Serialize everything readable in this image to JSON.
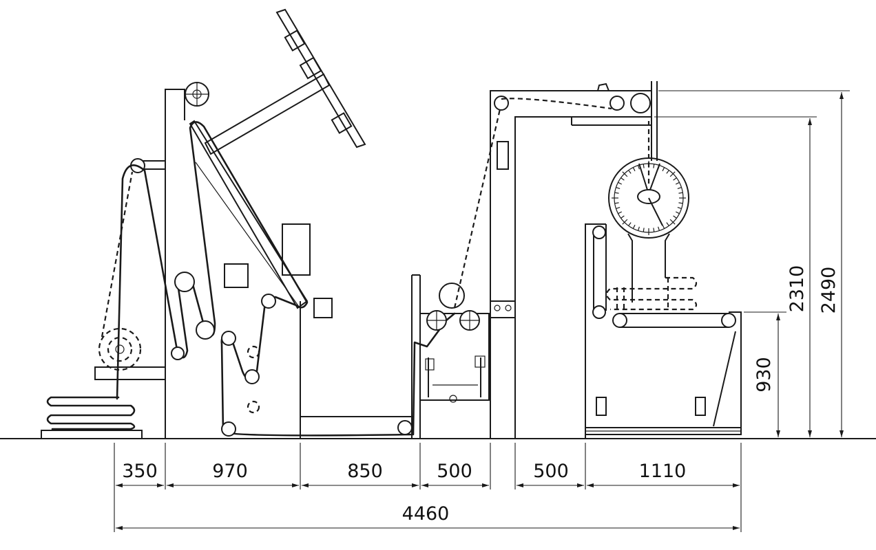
{
  "dimensions": {
    "horizontal": {
      "segment_1": "350",
      "segment_2": "970",
      "segment_3": "850",
      "segment_4": "500",
      "segment_5": "500",
      "segment_6": "1110",
      "total": "4460"
    },
    "vertical": {
      "height_low": "930",
      "height_mid": "2310",
      "height_high": "2490"
    }
  }
}
